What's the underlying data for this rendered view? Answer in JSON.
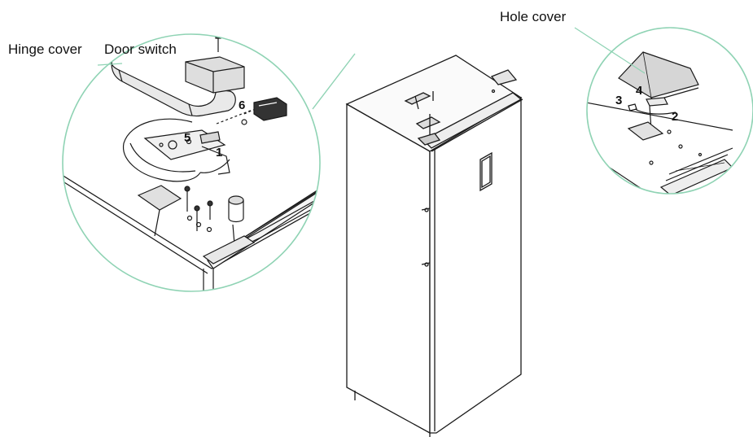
{
  "labels": {
    "hinge_cover": "Hinge cover",
    "door_switch": "Door switch",
    "hole_cover": "Hole cover"
  },
  "part_numbers": {
    "n1": "1",
    "n2": "2",
    "n3": "3",
    "n4": "4",
    "n5": "5",
    "n6": "6"
  },
  "colors": {
    "callout_circle": "#8fd3b4",
    "line": "#1a1a1a",
    "background": "#ffffff"
  }
}
